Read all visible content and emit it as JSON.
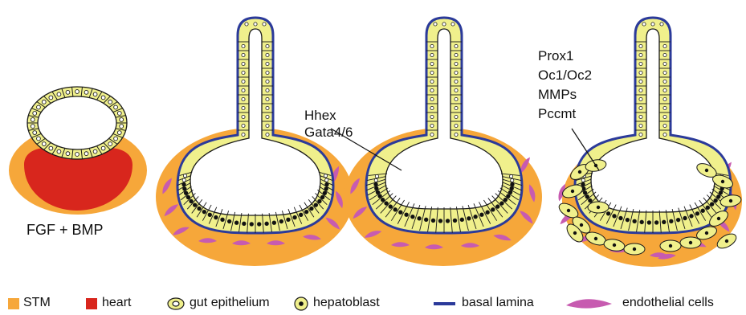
{
  "stage1_label": "FGF + BMP",
  "stage3_factors": [
    "Hhex",
    "Gata4/6"
  ],
  "stage4_factors": [
    "Prox1",
    "Oc1/Oc2",
    "MMPs",
    "Pccmt"
  ],
  "colors": {
    "stm": "#f6a73a",
    "heart": "#d8261d",
    "epithelium": "#f0f08c",
    "cell_line": "#1a1a1a",
    "basal_lamina": "#2b3a9a",
    "endothelial": "#c75bb0"
  },
  "legend": {
    "stm": "STM",
    "heart": "heart",
    "gut_epithelium": "gut epithelium",
    "hepatoblast": "hepatoblast",
    "basal_lamina": "basal lamina",
    "endothelial_cells": "endothelial cells"
  }
}
